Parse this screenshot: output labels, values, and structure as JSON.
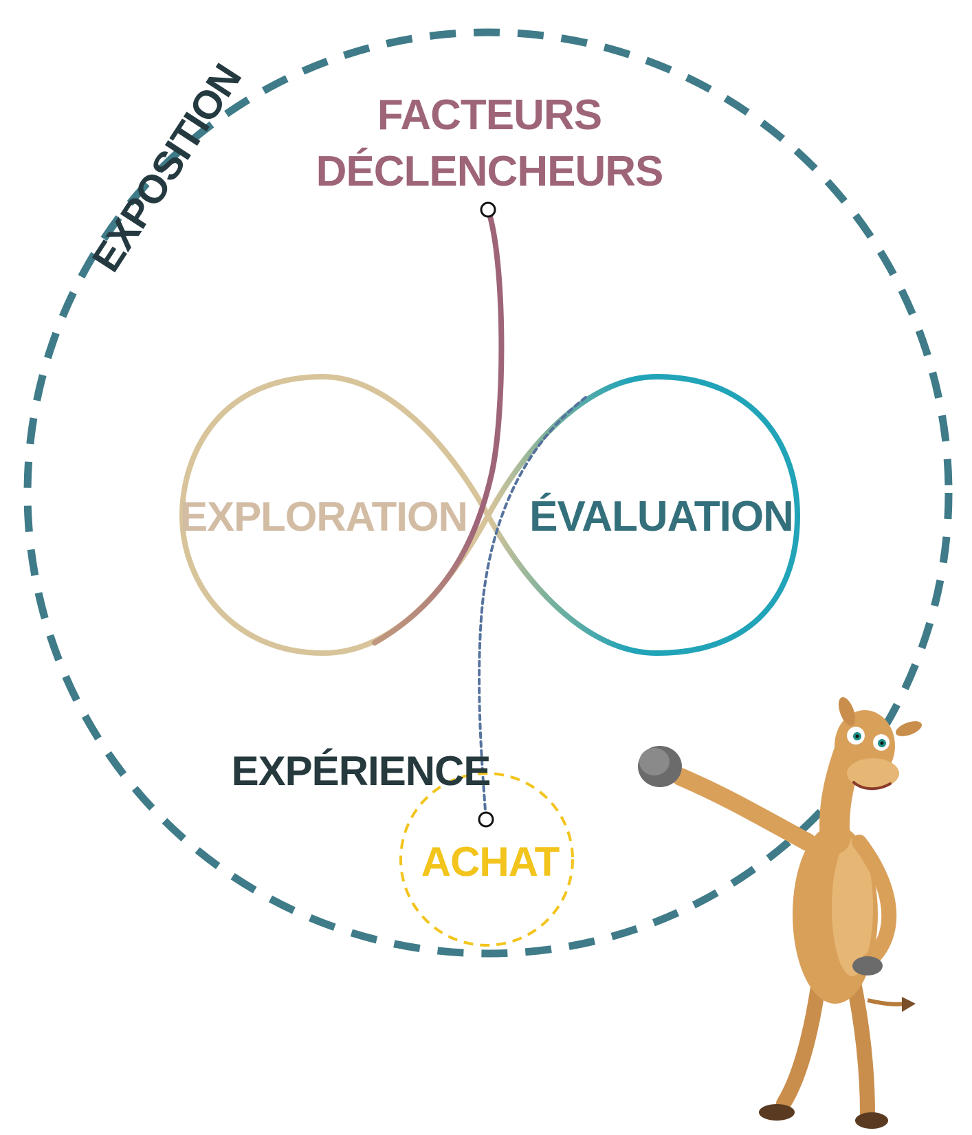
{
  "diagram": {
    "outer_label": "EXPOSITION",
    "trigger_label_line1": "FACTEURS",
    "trigger_label_line2": "DÉCLENCHEURS",
    "left_loop_label": "EXPLORATION",
    "right_loop_label": "ÉVALUATION",
    "experience_label": "EXPÉRIENCE",
    "purchase_label": "ACHAT"
  },
  "colors": {
    "outer_circle": "#3f7b88",
    "exposition_text": "#243a40",
    "trigger": "#9e6478",
    "exploration": "#d8c49a",
    "exploration_text": "#d2bca4",
    "evaluation": "#21a3b8",
    "evaluation_text": "#34707c",
    "experience_text": "#263a3e",
    "purchase": "#f2c41c",
    "dotted_path": "#55739e",
    "camel_body": "#d9a05a",
    "camel_shade": "#b67a3a",
    "hoof": "#6b6b6b"
  },
  "icons": {
    "mascot": "camel-mascot-icon"
  }
}
